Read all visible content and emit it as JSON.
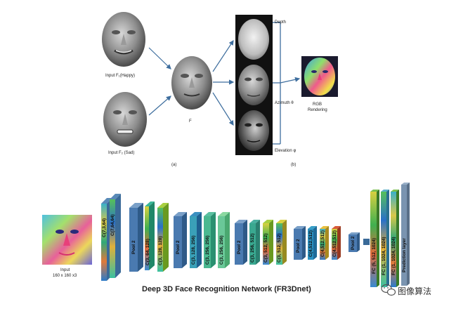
{
  "panel_a": {
    "input1_label": "Input F₁(Happy)",
    "input2_label": "Input F₂ (Sad)",
    "output_label": "F",
    "caption": "(a)"
  },
  "panel_b": {
    "depth_label": "Depth",
    "azimuth_label": "Azimuth θ",
    "elevation_label": "Elevation φ",
    "rgb_label_1": "RGB",
    "rgb_label_2": "Rendering",
    "caption": "(b)"
  },
  "network": {
    "title": "Deep 3D Face Recognition Network (FR3Dnet)",
    "input_label_1": "Input",
    "input_label_2": "160 x 160 x3",
    "layers": [
      "C(7,3,64)",
      "C(7,64,64)",
      "Pool 2",
      "C(3, 64, 128)",
      "C(3, 128, 128)",
      "Pool 2",
      "C(3, 128, 256)",
      "C(3, 256, 256)",
      "C(3, 256, 256)",
      "Pool 2",
      "C(3, 256, 512)",
      "C(3, 512, 512)",
      "C(3, 512, 512)",
      "Pool 2",
      "C(4,512,512)",
      "C(4,512,512)",
      "C(4,512,512)",
      "Pool 2",
      "FC (5, 512, 1024)",
      "FC (1, 1024, 1024)",
      "FC (1, 1024, 1024)",
      "Prediction layer"
    ]
  },
  "watermark": {
    "text": "图像算法",
    "icon": "wechat-icon"
  }
}
